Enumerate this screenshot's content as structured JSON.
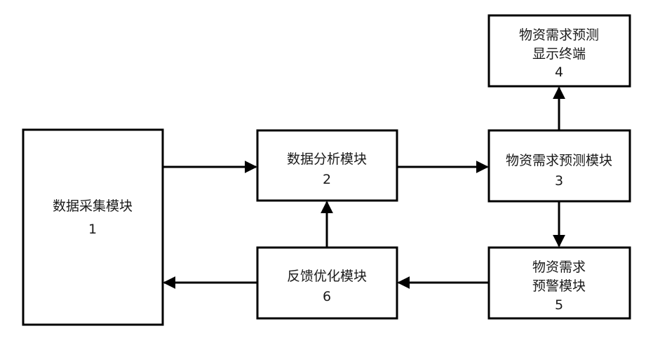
{
  "nodes": {
    "data_collection": {
      "line1": "数据采集模块",
      "number": "1"
    },
    "data_analysis": {
      "line1": "数据分析模块",
      "number": "2"
    },
    "demand_forecast": {
      "line1": "物资需求预测模块",
      "number": "3"
    },
    "forecast_display": {
      "line1": "物资需求预测",
      "line2": "显示终端",
      "number": "4"
    },
    "demand_warning": {
      "line1": "物资需求",
      "line2": "预警模块",
      "number": "5"
    },
    "feedback_optimization": {
      "line1": "反馈优化模块",
      "number": "6"
    }
  },
  "colors": {
    "stroke": "#000000",
    "background": "#ffffff",
    "text": "#1a1a1a"
  }
}
